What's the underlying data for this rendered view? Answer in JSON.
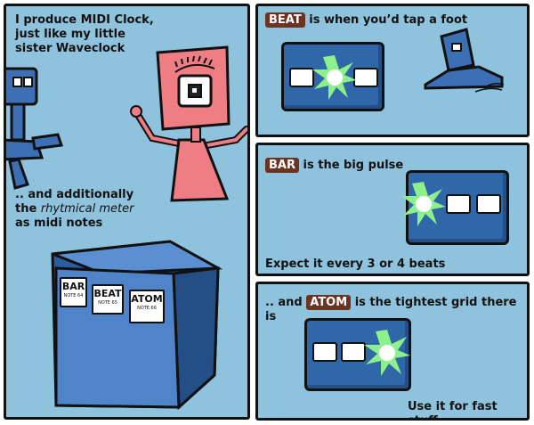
{
  "left_panel": {
    "intro_text": "I produce MIDI Clock, just like my little sister Waveclock",
    "additional_pre": ".. and additionally the ",
    "additional_em": "rhytmical meter",
    "additional_post": " as midi notes",
    "box_labels": [
      {
        "name": "BAR",
        "note": "NOTE 64"
      },
      {
        "name": "BEAT",
        "note": "NOTE 65"
      },
      {
        "name": "ATOM",
        "note": "NOTE 66"
      }
    ]
  },
  "beat_panel": {
    "tag": "BEAT",
    "caption": " is when you’d tap a foot"
  },
  "bar_panel": {
    "tag": "BAR",
    "caption": " is the big pulse",
    "footer": "Expect it every 3 or 4 beats"
  },
  "atom_panel": {
    "prefix": ".. and ",
    "tag": "ATOM",
    "caption": " is the tightest grid there is",
    "footer": "Use it for fast stuff"
  },
  "colors": {
    "panel_bg": "#8fc3dd",
    "screen_blue": "#2f67a9",
    "tag_brown": "#6b3322",
    "robot_pink": "#ef7d84",
    "flash_green": "#8ef08a"
  }
}
